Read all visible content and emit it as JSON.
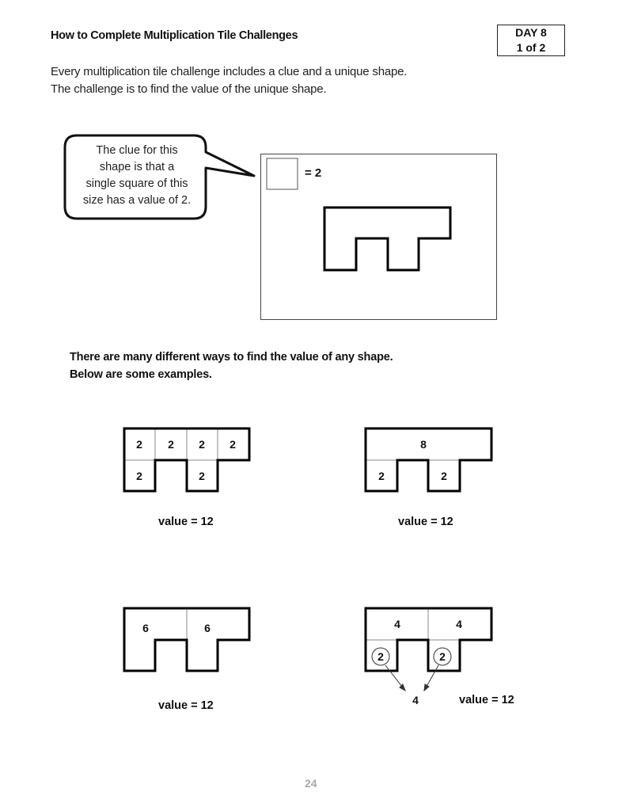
{
  "header": {
    "title": "How to Complete Multiplication Tile Challenges",
    "day_label": "DAY 8",
    "page_of": "1 of 2"
  },
  "intro": {
    "line1": "Every multiplication tile challenge includes a clue and a unique shape.",
    "line2": "The challenge is to find the value of the unique shape."
  },
  "callout": {
    "line1": "The clue for this",
    "line2": "shape is that a",
    "line3": "single square of this",
    "line4": "size has a value of 2."
  },
  "clue": {
    "equation": "= 2"
  },
  "ways": {
    "line1": "There are many different ways to find the value of any shape.",
    "line2": "Below are some examples."
  },
  "examples": [
    {
      "tiles": [
        "2",
        "2",
        "2",
        "2",
        "2",
        "2"
      ],
      "value_label": "value = 12"
    },
    {
      "tiles": [
        "8",
        "2",
        "2"
      ],
      "value_label": "value = 12"
    },
    {
      "tiles": [
        "6",
        "6"
      ],
      "value_label": "value = 12"
    },
    {
      "tiles": [
        "4",
        "4",
        "2",
        "2"
      ],
      "sum_label": "4",
      "value_label": "value = 12"
    }
  ],
  "footer": {
    "page_number": "24"
  }
}
